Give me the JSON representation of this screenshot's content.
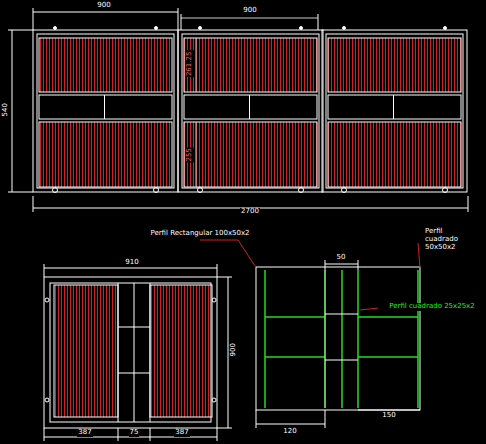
{
  "diagram": {
    "labels": [
      "900",
      "900",
      "540",
      "261.25",
      "255",
      "2700",
      "910",
      "900",
      "387",
      "75",
      "387",
      "Perfil Rectangular 100x50x2",
      "Perfil cuadrado 50x50x2",
      "Perfil cuadrado 25x25x2",
      "50",
      "120",
      "150"
    ]
  }
}
